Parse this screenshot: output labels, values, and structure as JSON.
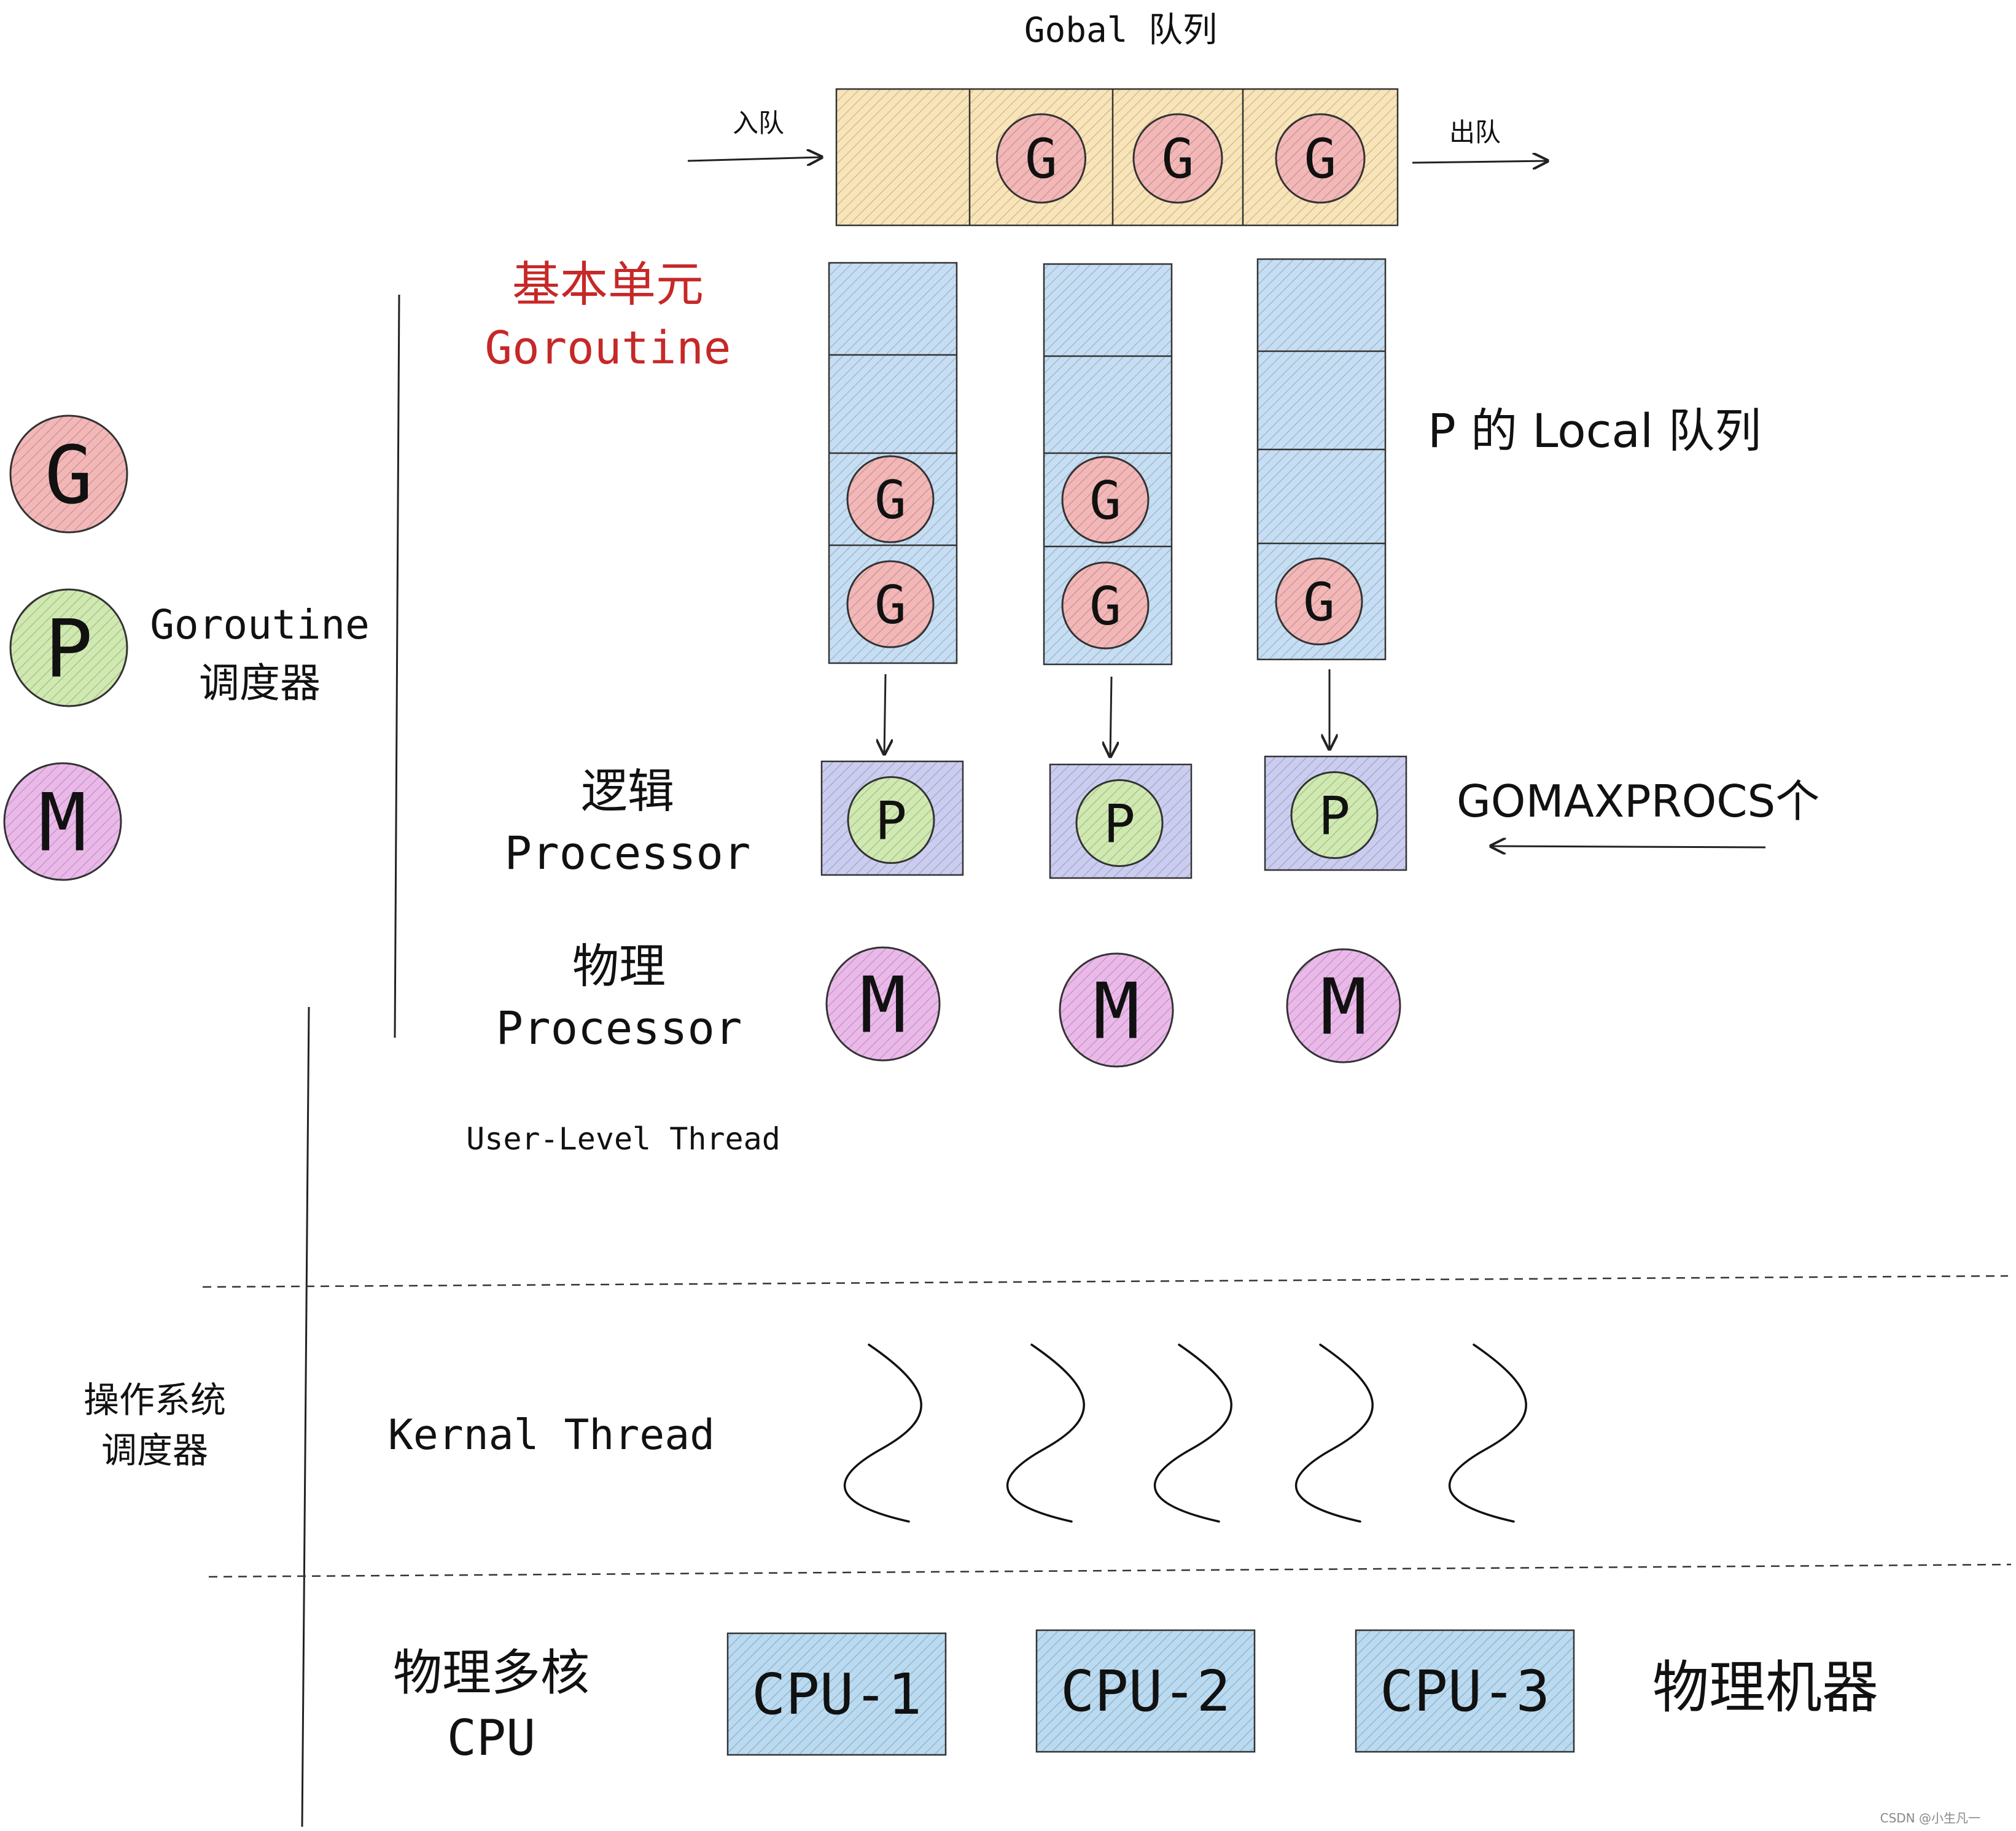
{
  "global_queue": {
    "title": "Gobal 队列",
    "enqueue_label": "入队",
    "dequeue_label": "出队",
    "slots": [
      "",
      "G",
      "G",
      "G"
    ]
  },
  "goroutine_heading": {
    "line1": "基本单元",
    "line2": "Goroutine"
  },
  "local_queue_label": "P 的 Local 队列",
  "local_queues": [
    {
      "slots": [
        "",
        "",
        "G",
        "G"
      ]
    },
    {
      "slots": [
        "",
        "",
        "G",
        "G"
      ]
    },
    {
      "slots": [
        "",
        "",
        "",
        "G"
      ]
    }
  ],
  "legend": {
    "g_letter": "G",
    "p_letter": "P",
    "m_letter": "M",
    "scheduler_line1": "Goroutine",
    "scheduler_line2": "调度器"
  },
  "logical_processor": {
    "line1": "逻辑",
    "line2": "Processor",
    "letters": [
      "P",
      "P",
      "P"
    ]
  },
  "gomaxprocs_label": "GOMAXPROCS个",
  "physical_processor": {
    "line1": "物理",
    "line2": "Processor",
    "letters": [
      "M",
      "M",
      "M"
    ]
  },
  "user_level_thread": "User-Level Thread",
  "os_scheduler": {
    "line1": "操作系统",
    "line2": "调度器"
  },
  "kernel_thread": "Kernal Thread",
  "kernel_thread_count": 5,
  "cpu_section": {
    "line1": "物理多核",
    "line2": "CPU",
    "cpus": [
      "CPU-1",
      "CPU-2",
      "CPU-3"
    ],
    "machine_label": "物理机器"
  },
  "watermark": "CSDN @小生凡一",
  "colors": {
    "g_fill": "#f3b7b7",
    "g_stroke": "#c94a4a",
    "p_fill": "#cfe9b0",
    "p_stroke": "#6a9a40",
    "m_fill": "#eab9ea",
    "m_stroke": "#a85aa8",
    "global_queue_fill": "#f9e4b8",
    "global_queue_stroke": "#d8a94e",
    "local_queue_fill": "#c6def3",
    "local_queue_stroke": "#5c8fc0",
    "p_box_fill": "#cbcdf0",
    "p_box_stroke": "#6a6ab0",
    "cpu_fill": "#b9daf0",
    "cpu_stroke": "#3f86c4",
    "heading_red": "#c62828"
  }
}
